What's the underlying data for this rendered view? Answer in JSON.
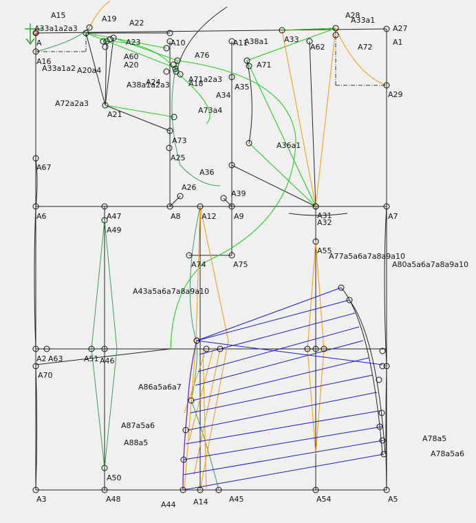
{
  "colors": {
    "frame": "#222222",
    "curve": "#111111",
    "green_line": "#22cc22",
    "dark_green": "#3a9a5a",
    "orange": "#f0a020",
    "blue": "#1a1acc",
    "purple": "#6a2aaa",
    "point": "#222222",
    "origin": "#d02020"
  },
  "icons": {
    "axis": "axis-origin-icon"
  },
  "points": [
    {
      "id": "A15",
      "label": "A15"
    },
    {
      "id": "A19",
      "label": "A19"
    },
    {
      "id": "A22",
      "label": "A22"
    },
    {
      "id": "A33a1a2a3",
      "label": "A33a1a2a3"
    },
    {
      "id": "A",
      "label": "A"
    },
    {
      "id": "A16",
      "label": "A16"
    },
    {
      "id": "A33a1a2",
      "label": "A33a1a2"
    },
    {
      "id": "A20a4",
      "label": "A20a4"
    },
    {
      "id": "A72a2a3",
      "label": "A72a2a3"
    },
    {
      "id": "A23",
      "label": "A23"
    },
    {
      "id": "A60",
      "label": "A60"
    },
    {
      "id": "A20",
      "label": "A20"
    },
    {
      "id": "A24",
      "label": "A24"
    },
    {
      "id": "A38a1a2a3",
      "label": "A38a1a2a3"
    },
    {
      "id": "A10",
      "label": "A10"
    },
    {
      "id": "A76",
      "label": "A76"
    },
    {
      "id": "A71a2a3",
      "label": "A71a2a3"
    },
    {
      "id": "A18",
      "label": "A18"
    },
    {
      "id": "A11",
      "label": "A11"
    },
    {
      "id": "A38a1",
      "label": "A38a1"
    },
    {
      "id": "A71",
      "label": "A71"
    },
    {
      "id": "A35",
      "label": "A35"
    },
    {
      "id": "A34",
      "label": "A34"
    },
    {
      "id": "A33",
      "label": "A33"
    },
    {
      "id": "A28",
      "label": "A28"
    },
    {
      "id": "A33a1",
      "label": "A33a1"
    },
    {
      "id": "A62",
      "label": "A62"
    },
    {
      "id": "A27",
      "label": "A27"
    },
    {
      "id": "A1",
      "label": "A1"
    },
    {
      "id": "A72",
      "label": "A72"
    },
    {
      "id": "A29",
      "label": "A29"
    },
    {
      "id": "A21",
      "label": "A21"
    },
    {
      "id": "A73a4",
      "label": "A73a4"
    },
    {
      "id": "A73",
      "label": "A73"
    },
    {
      "id": "A36a1",
      "label": "A36a1"
    },
    {
      "id": "A25",
      "label": "A25"
    },
    {
      "id": "A67",
      "label": "A67"
    },
    {
      "id": "A36",
      "label": "A36"
    },
    {
      "id": "A26",
      "label": "A26"
    },
    {
      "id": "A39",
      "label": "A39"
    },
    {
      "id": "A6",
      "label": "A6"
    },
    {
      "id": "A47",
      "label": "A47"
    },
    {
      "id": "A8",
      "label": "A8"
    },
    {
      "id": "A12",
      "label": "A12"
    },
    {
      "id": "A9",
      "label": "A9"
    },
    {
      "id": "A31",
      "label": "A31"
    },
    {
      "id": "A32",
      "label": "A32"
    },
    {
      "id": "A7",
      "label": "A7"
    },
    {
      "id": "A49",
      "label": "A49"
    },
    {
      "id": "A55",
      "label": "A55"
    },
    {
      "id": "A77a5a6a7a8a9a10",
      "label": "A77a5a6a7a8a9a10"
    },
    {
      "id": "A74",
      "label": "A74"
    },
    {
      "id": "A75",
      "label": "A75"
    },
    {
      "id": "A80a5a6a7a8a9a10",
      "label": "A80a5a6a7a8a9a10"
    },
    {
      "id": "A43a5a6a7a8a9a10",
      "label": "A43a5a6a7a8a9a10"
    },
    {
      "id": "A2",
      "label": "A2"
    },
    {
      "id": "A63",
      "label": "A63"
    },
    {
      "id": "A51",
      "label": "A51"
    },
    {
      "id": "A46",
      "label": "A46"
    },
    {
      "id": "A70",
      "label": "A70"
    },
    {
      "id": "A86a5a6a7",
      "label": "A86a5a6a7"
    },
    {
      "id": "A87a5a6",
      "label": "A87a5a6"
    },
    {
      "id": "A88a5",
      "label": "A88a5"
    },
    {
      "id": "A78a5",
      "label": "A78a5"
    },
    {
      "id": "A78a5a6",
      "label": "A78a5a6"
    },
    {
      "id": "A50",
      "label": "A50"
    },
    {
      "id": "A3",
      "label": "A3"
    },
    {
      "id": "A48",
      "label": "A48"
    },
    {
      "id": "A44",
      "label": "A44"
    },
    {
      "id": "A14",
      "label": "A14"
    },
    {
      "id": "A45",
      "label": "A45"
    },
    {
      "id": "A54",
      "label": "A54"
    },
    {
      "id": "A5",
      "label": "A5"
    }
  ]
}
